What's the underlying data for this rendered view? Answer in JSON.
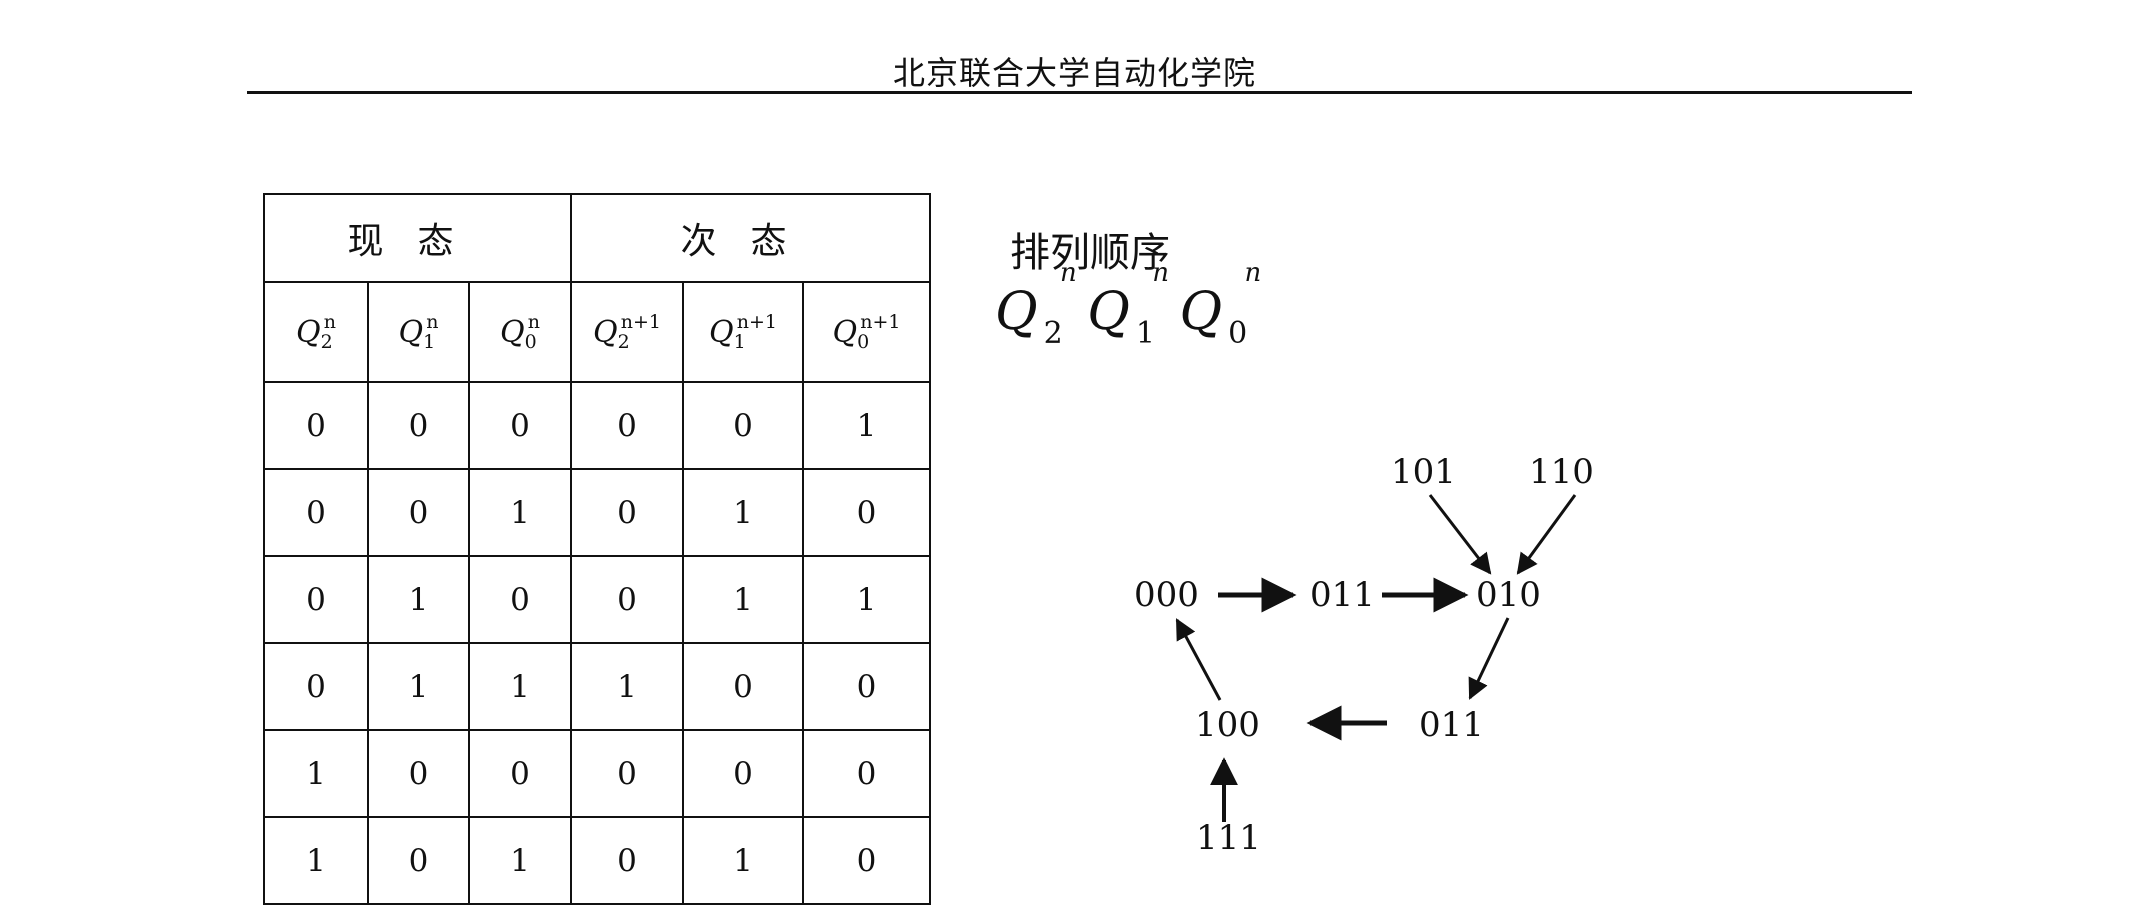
{
  "header": {
    "title": "北京联合大学自动化学院"
  },
  "table": {
    "present_state_label": "现态",
    "next_state_label": "次态",
    "present_vars": [
      {
        "base": "Q",
        "sub": "2",
        "sup": "n"
      },
      {
        "base": "Q",
        "sub": "1",
        "sup": "n"
      },
      {
        "base": "Q",
        "sub": "0",
        "sup": "n"
      }
    ],
    "next_vars": [
      {
        "base": "Q",
        "sub": "2",
        "sup": "n+1"
      },
      {
        "base": "Q",
        "sub": "1",
        "sup": "n+1"
      },
      {
        "base": "Q",
        "sub": "0",
        "sup": "n+1"
      }
    ],
    "rows": [
      [
        "0",
        "0",
        "0",
        "0",
        "0",
        "1"
      ],
      [
        "0",
        "0",
        "1",
        "0",
        "1",
        "0"
      ],
      [
        "0",
        "1",
        "0",
        "0",
        "1",
        "1"
      ],
      [
        "0",
        "1",
        "1",
        "1",
        "0",
        "0"
      ],
      [
        "1",
        "0",
        "0",
        "0",
        "0",
        "0"
      ],
      [
        "1",
        "0",
        "1",
        "0",
        "1",
        "0"
      ]
    ]
  },
  "order": {
    "label": "排列顺序",
    "vars": [
      {
        "base": "Q",
        "sup": "n",
        "sub": "2"
      },
      {
        "base": "Q",
        "sup": "n",
        "sub": "1"
      },
      {
        "base": "Q",
        "sup": "n",
        "sub": "0"
      }
    ]
  },
  "diagram": {
    "n000": "000",
    "n011a": "011",
    "n010": "010",
    "n011b": "011",
    "n100": "100",
    "n101": "101",
    "n110": "110",
    "n111": "111"
  }
}
